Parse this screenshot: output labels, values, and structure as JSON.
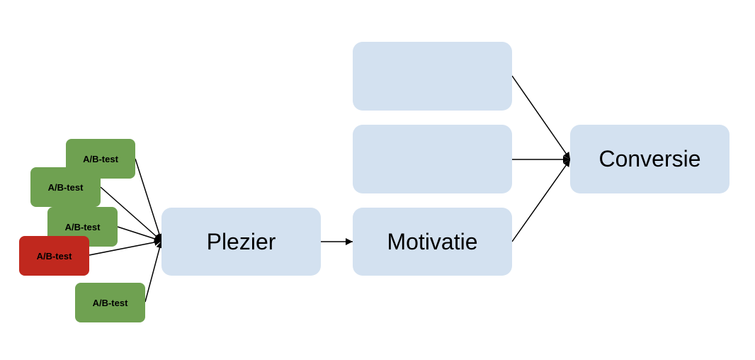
{
  "nodes": {
    "plezier": "Plezier",
    "motivatie": "Motivatie",
    "conversie": "Conversie",
    "factor_top": "",
    "factor_middle": ""
  },
  "ab_tests": [
    {
      "label": "A/B-test",
      "status": "success"
    },
    {
      "label": "A/B-test",
      "status": "success"
    },
    {
      "label": "A/B-test",
      "status": "success"
    },
    {
      "label": "A/B-test",
      "status": "failed"
    },
    {
      "label": "A/B-test",
      "status": "success"
    }
  ],
  "colors": {
    "node_fill": "#d3e1f0",
    "ab_success": "#6fa151",
    "ab_failed": "#c0281e",
    "arrow": "#000000"
  }
}
